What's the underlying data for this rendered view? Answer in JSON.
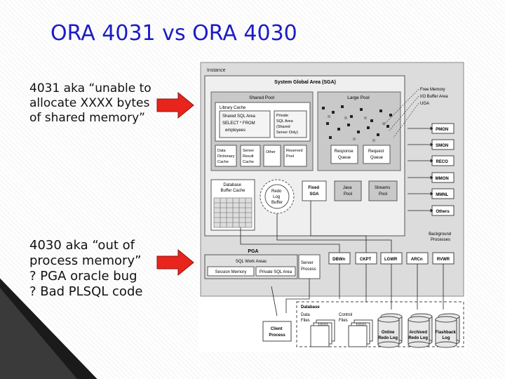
{
  "slide": {
    "title": "ORA 4031 vs ORA 4030",
    "bullet1": "4031 aka “unable to allocate XXXX bytes of shared memory”",
    "bullet2_lines": [
      "4030 aka “out of",
      "process memory”",
      "? PGA oracle bug",
      "? Bad PLSQL code"
    ],
    "arrow_color": "#e8241c",
    "title_color": "#1c1cc4"
  },
  "diagram": {
    "instance": "Instance",
    "sga": "System Global Area (SGA)",
    "shared_pool": "Shared Pool",
    "library_cache": "Library Cache",
    "shared_sql_area_lines": [
      "Shared SQL Area",
      "SELECT * FROM",
      "employees"
    ],
    "private_sql_area_lines": [
      "Private",
      "SQL Area",
      "(Shared",
      "Server Only)"
    ],
    "data_dict_cache_lines": [
      "Data",
      "Dictionary",
      "Cache"
    ],
    "server_result_cache_lines": [
      "Server",
      "Result",
      "Cache"
    ],
    "other": "Other",
    "reserved_pool_lines": [
      "Reserved",
      "Pool"
    ],
    "large_pool": "Large Pool",
    "response_queue_lines": [
      "Response",
      "Queue"
    ],
    "request_queue_lines": [
      "Request",
      "Queue"
    ],
    "database_buffer_cache_lines": [
      "Database",
      "Buffer Cache"
    ],
    "redo_log_buffer_lines": [
      "Redo",
      "Log",
      "Buffer"
    ],
    "fixed_sga_lines": [
      "Fixed",
      "SGA"
    ],
    "java_pool_lines": [
      "Java",
      "Pool"
    ],
    "streams_pool_lines": [
      "Streams",
      "Pool"
    ],
    "free_memory_lines": [
      "Free Memory",
      "I/O Buffer Area",
      "UGA"
    ],
    "bg_procs": [
      "PMON",
      "SMON",
      "RECO",
      "MMON",
      "MMNL",
      "Others"
    ],
    "background_processes_lines": [
      "Background",
      "Processes"
    ],
    "pga": "PGA",
    "sql_work_areas": "SQL Work Areas",
    "session_memory": "Session Memory",
    "private_sql_area_pga": "Private SQL Area",
    "server_process_lines": [
      "Server",
      "Process"
    ],
    "bottom_procs": [
      "DBWn",
      "CKPT",
      "LGWR",
      "ARCn",
      "RVWR"
    ],
    "client_process_lines": [
      "Client",
      "Process"
    ],
    "database": "Database",
    "data_files_lines": [
      "Data",
      "Files"
    ],
    "control_files_lines": [
      "Control",
      "Files"
    ],
    "file_bits": "10101",
    "online_redo_lines": [
      "Online",
      "Redo Log"
    ],
    "archived_redo_lines": [
      "Archived",
      "Redo Log"
    ],
    "flashback_log_lines": [
      "Flashback",
      "Log"
    ]
  }
}
